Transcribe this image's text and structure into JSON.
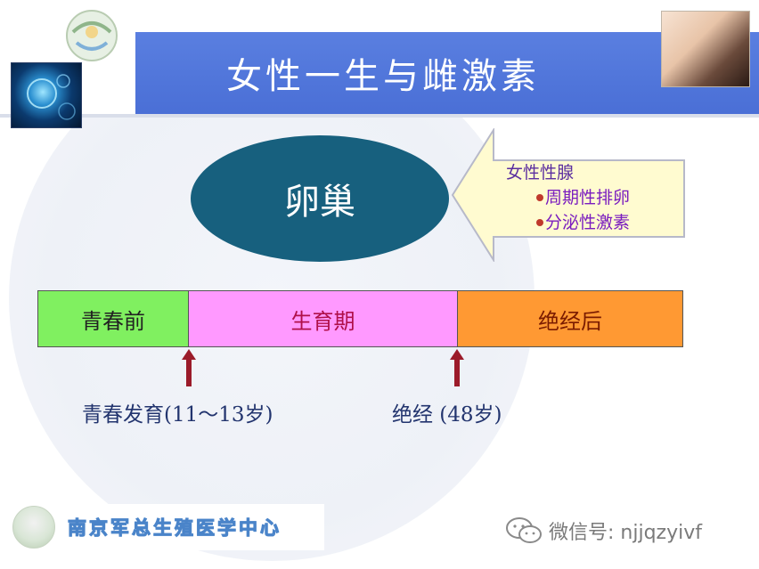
{
  "slide": {
    "title": "女性一生与雌激素"
  },
  "ovary": {
    "label": "卵巢"
  },
  "callout": {
    "heading": "女性性腺",
    "bullets": [
      "周期性排卵",
      "分泌性激素"
    ]
  },
  "timeline": {
    "segments": [
      {
        "label": "青春前",
        "color": "#80f060"
      },
      {
        "label": "生育期",
        "color": "#ff99ff"
      },
      {
        "label": "绝经后",
        "color": "#ff9933"
      }
    ],
    "markers": [
      {
        "label": "青春发育(11～13岁)"
      },
      {
        "label": "绝经 (48岁)"
      }
    ],
    "marker_color": "#9b1b2a"
  },
  "footer": {
    "institution": "南京军总生殖医学中心",
    "wechat_label": "微信号: njjqzyivf",
    "wechat_icon": "wechat-icon"
  },
  "colors": {
    "title_bar": "#4a6fd6",
    "ovary": "#17607e",
    "callout_fill": "#fffbd0"
  }
}
